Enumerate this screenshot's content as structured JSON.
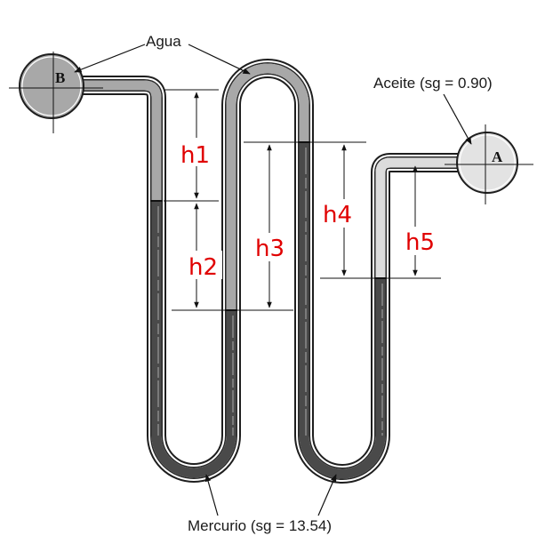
{
  "diagram": {
    "fluids": {
      "water": "Agua",
      "oil": "Aceite (sg = 0.90)",
      "mercury": "Mercurio (sg = 13.54)"
    },
    "bulbs": {
      "left": "B",
      "right": "A"
    },
    "heights": [
      "h1",
      "h2",
      "h3",
      "h4",
      "h5"
    ],
    "colors": {
      "water": "#a8a8a8",
      "oil": "#dcdcdc",
      "mercury": "#4a4a4a",
      "tube_outline": "#222222",
      "height_label": "#e00000"
    }
  }
}
